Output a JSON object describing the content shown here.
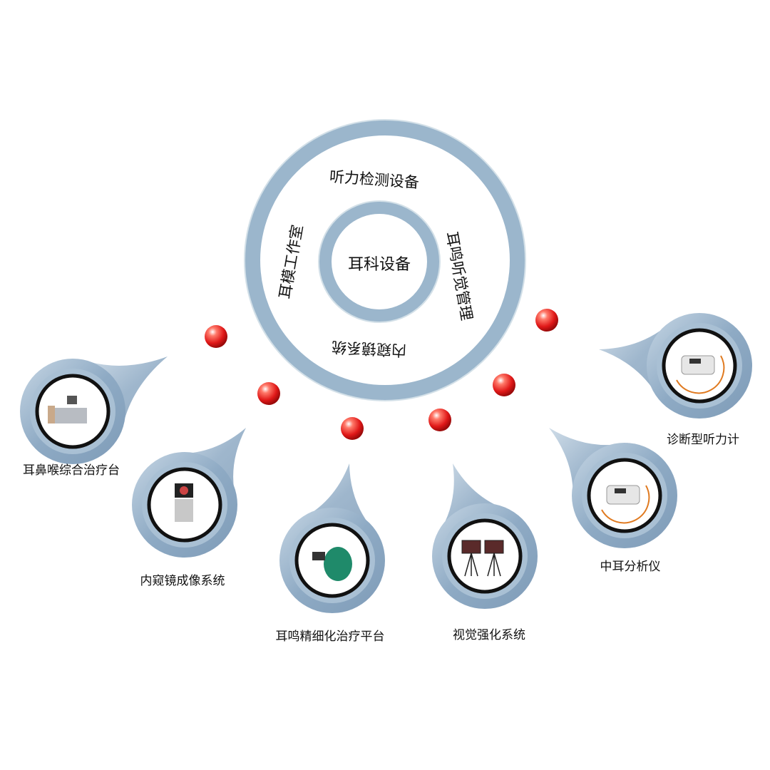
{
  "center": {
    "label": "耳科设备"
  },
  "ring": {
    "top": "听力检测设备",
    "right": "耳鸣听觉管理",
    "bottom": "内窥镜系统",
    "left": "耳模工作室"
  },
  "devices": [
    {
      "label": "耳鼻喉综合治疗台",
      "icon": "ent-workstation-icon"
    },
    {
      "label": "内窥镜成像系统",
      "icon": "endoscope-cart-icon"
    },
    {
      "label": "耳鸣精细化治疗平台",
      "icon": "tinnitus-pod-icon"
    },
    {
      "label": "视觉强化系统",
      "icon": "display-stands-icon"
    },
    {
      "label": "中耳分析仪",
      "icon": "tympanometer-icon"
    },
    {
      "label": "诊断型听力计",
      "icon": "audiometer-icon"
    }
  ],
  "colors": {
    "ring": "#9bb6cc",
    "ring_edge": "#cfdde6",
    "dot": "#e02020",
    "bubble": "#8eaac4"
  }
}
